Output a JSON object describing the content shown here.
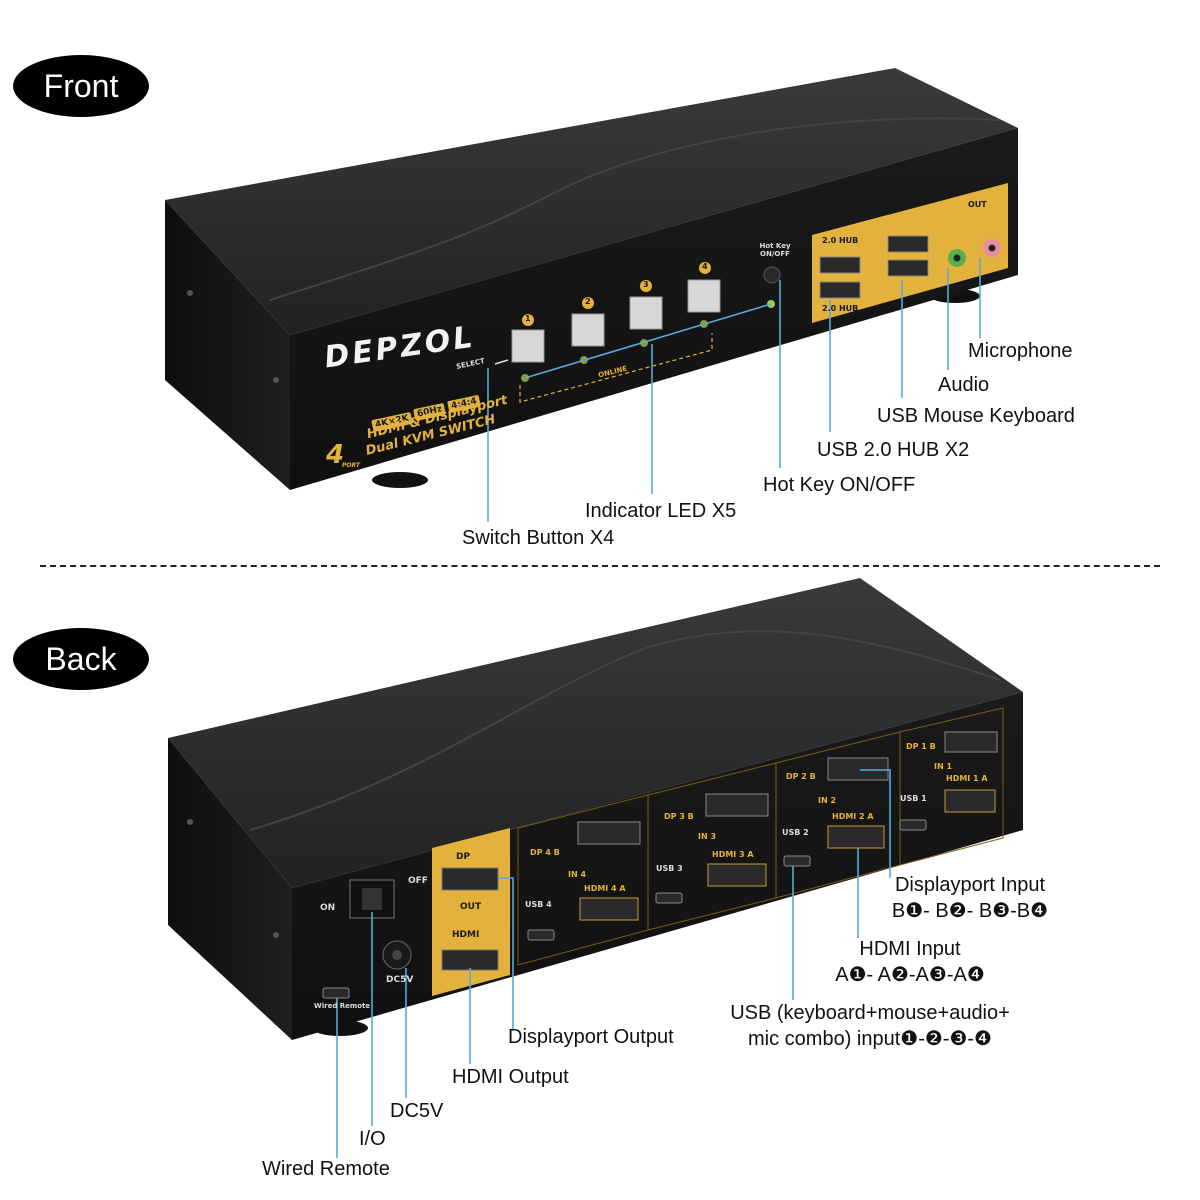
{
  "sections": {
    "front_label": "Front",
    "back_label": "Back"
  },
  "front": {
    "brand": "DEPZOL",
    "product_line1": "HDMI & Displayport",
    "product_line2": "Dual KVM SWITCH",
    "port_count": "4",
    "port_suffix": "PORT",
    "badges": [
      "4K×2K",
      "60Hz",
      "4:4:4"
    ],
    "select_label": "SELECT",
    "online_label": "ONLINE",
    "hotkey_label": "Hot Key ON/OFF",
    "hub_label_top": "2.0 HUB",
    "hub_label_bottom": "2.0 HUB",
    "out_label": "OUT",
    "buttons": [
      "1",
      "2",
      "3",
      "4"
    ],
    "callouts": {
      "microphone": "Microphone",
      "audio": "Audio",
      "usb_mouse_keyboard": "USB Mouse Keyboard",
      "usb_hub": "USB 2.0 HUB X2",
      "hotkey": "Hot Key ON/OFF",
      "indicator": "Indicator LED X5",
      "switch_button": "Switch Button X4"
    }
  },
  "back": {
    "on_label": "ON",
    "off_label": "OFF",
    "dc_label": "DC5V",
    "wired_remote_label": "Wired Remote",
    "out_dp": "DP",
    "out_label": "OUT",
    "out_hdmi": "HDMI",
    "ports": [
      {
        "dp": "DP 4 B",
        "in": "IN 4",
        "hdmi": "HDMI 4 A",
        "usb": "USB 4"
      },
      {
        "dp": "DP 3 B",
        "in": "IN 3",
        "hdmi": "HDMI 3 A",
        "usb": "USB 3"
      },
      {
        "dp": "DP 2 B",
        "in": "IN 2",
        "hdmi": "HDMI 2 A",
        "usb": "USB 2"
      },
      {
        "dp": "DP 1 B",
        "in": "IN 1",
        "hdmi": "HDMI 1 A",
        "usb": "USB 1"
      }
    ],
    "callouts": {
      "dp_input_l1": "Displayport Input",
      "dp_input_l2": "B❶- B❷- B❸-B❹",
      "hdmi_input_l1": "HDMI Input",
      "hdmi_input_l2": "A❶- A❷-A❸-A❹",
      "usb_input_l1": "USB (keyboard+mouse+audio+",
      "usb_input_l2": "mic combo) input❶-❷-❸-❹",
      "dp_output": "Displayport Output",
      "hdmi_output": "HDMI Output",
      "dc5v": "DC5V",
      "io": "I/O",
      "wired_remote": "Wired Remote"
    }
  },
  "colors": {
    "body": "#1c1c1c",
    "body_top": "#2a2a2a",
    "gold": "#e3b23c",
    "leader": "#5aa9d8"
  }
}
